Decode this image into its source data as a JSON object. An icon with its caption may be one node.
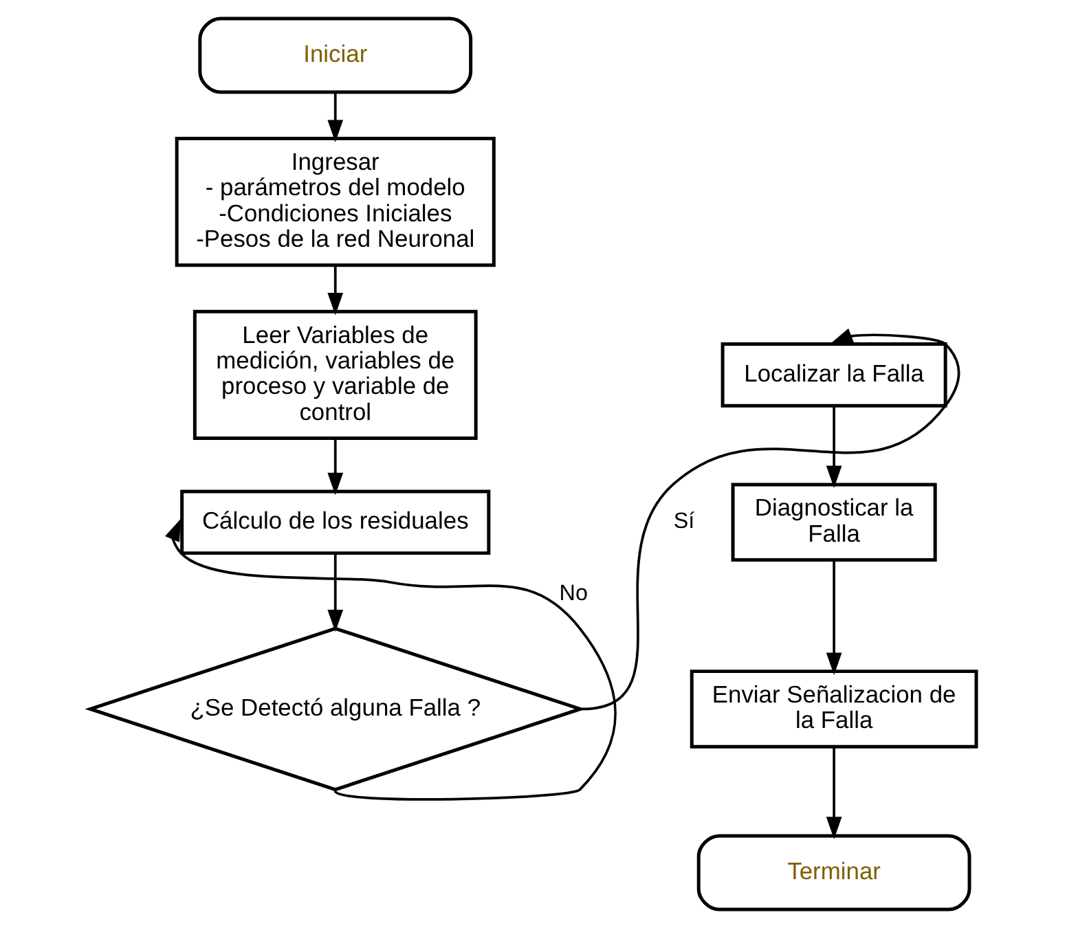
{
  "diagram": {
    "nodes": [
      {
        "text": [
          "Iniciar"
        ]
      },
      {
        "text": [
          "Ingresar",
          "- parámetros del modelo",
          "-Condiciones Iniciales",
          "-Pesos de la red Neuronal"
        ]
      },
      {
        "text": [
          "Leer Variables de medición, variables de proceso y variable de control"
        ]
      },
      {
        "text": [
          "Cálculo de los residuales"
        ]
      },
      {
        "text": [
          "¿Se Detectó alguna Falla ?"
        ]
      },
      {
        "text": [
          "Localizar la Falla"
        ]
      },
      {
        "text": [
          "Diagnosticar la Falla"
        ]
      },
      {
        "text": [
          "Enviar Señalizacion de la Falla"
        ]
      },
      {
        "text": [
          "Terminar"
        ]
      }
    ],
    "edges": [
      {
        "from": 0,
        "to": 1,
        "arrow": "to"
      },
      {
        "from": 1,
        "to": 2,
        "arrow": "to"
      },
      {
        "from": 2,
        "to": 3,
        "arrow": "to"
      },
      {
        "from": 3,
        "to": 4,
        "arrow": "to"
      },
      {
        "from": 4,
        "to": 5,
        "arrow": "to",
        "label": "Sí"
      },
      {
        "from": 5,
        "to": 6,
        "arrow": "to"
      },
      {
        "from": 6,
        "to": 7,
        "arrow": "to"
      },
      {
        "from": 7,
        "to": 8,
        "arrow": "to"
      },
      {
        "from": 4,
        "to": 3,
        "arrow": "to",
        "label": "No"
      }
    ]
  }
}
